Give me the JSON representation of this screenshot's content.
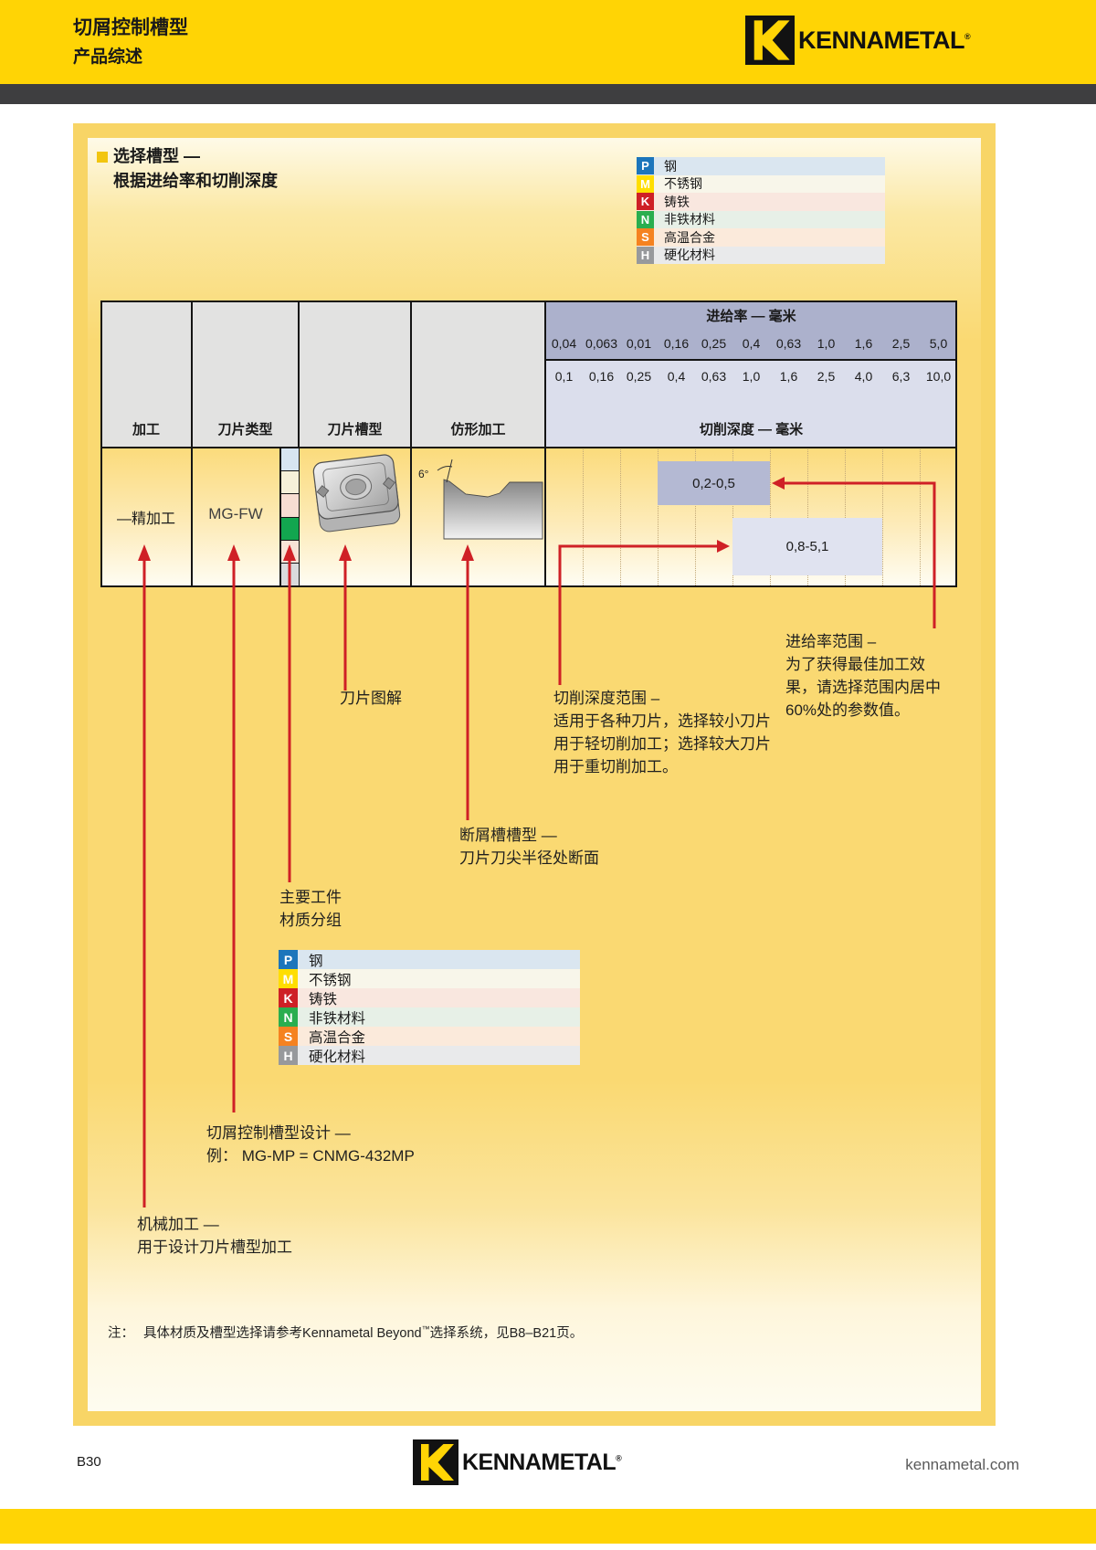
{
  "header": {
    "title_line1": "切屑控制槽型",
    "title_line2": "产品综述",
    "brand": "KENNAMETAL",
    "brand_reg": "®"
  },
  "section": {
    "title_line1": "选择槽型 —",
    "title_line2": "根据进给率和切削深度"
  },
  "material_legend": {
    "items": [
      {
        "code": "P",
        "label": "钢",
        "chip_color": "#1C75BB",
        "row_color": "#DAE6F0"
      },
      {
        "code": "M",
        "label": "不锈钢",
        "chip_color": "#FFDE00",
        "row_color": "#F8F6EA"
      },
      {
        "code": "K",
        "label": "铸铁",
        "chip_color": "#CE2026",
        "row_color": "#F9E7DF"
      },
      {
        "code": "N",
        "label": "非铁材料",
        "chip_color": "#2AAE4F",
        "row_color": "#E7F0E7"
      },
      {
        "code": "S",
        "label": "高温合金",
        "chip_color": "#F58220",
        "row_color": "#FBEADB"
      },
      {
        "code": "H",
        "label": "硬化材料",
        "chip_color": "#97999C",
        "row_color": "#E9EAEB"
      }
    ]
  },
  "table": {
    "col_headers": [
      "加工",
      "刀片类型",
      "刀片槽型",
      "仿形加工"
    ],
    "feed_header": "进给率 — 毫米",
    "feed_row1": [
      "0,04",
      "0,063",
      "0,01",
      "0,16",
      "0,25",
      "0,4",
      "0,63",
      "1,0",
      "1,6",
      "2,5",
      "5,0"
    ],
    "feed_row2": [
      "0,1",
      "0,16",
      "0,25",
      "0,4",
      "0,63",
      "1,0",
      "1,6",
      "2,5",
      "4,0",
      "6,3",
      "10,0"
    ],
    "depth_header": "切削深度 — 毫米",
    "row": {
      "machining": "—精加工",
      "insert_type": "MG-FW",
      "angle_label": "6°",
      "depth_range_small": "0,2-0,5",
      "depth_range_large": "0,8-5,1",
      "material_strip": [
        "#D7E5F1",
        "#F6F0D9",
        "#F7DDD2",
        "#12A64F",
        "#F8E3D6",
        "#DADBDC"
      ],
      "box_small_color": "#B4B9D3",
      "box_large_color": "#E0E3F0"
    }
  },
  "annotations": {
    "feed_range": [
      "进给率范围 –",
      "为了获得最佳加工效",
      "果，请选择范围内居中",
      "60%处的参数值。"
    ],
    "depth_range": [
      "切削深度范围 –",
      "适用于各种刀片，选择较小刀片",
      "用于轻切削加工；选择较大刀片",
      "用于重切削加工。"
    ],
    "chipbreaker": [
      "断屑槽槽型 —",
      "刀片刀尖半径处断面"
    ],
    "insert_diagram": "刀片图解",
    "workpiece_group": [
      "主要工件",
      "材质分组"
    ],
    "design": [
      "切屑控制槽型设计 —",
      "例：  MG-MP = CNMG-432MP"
    ],
    "machining": [
      "机械加工 —",
      "用于设计刀片槽型加工"
    ]
  },
  "note": {
    "prefix": "注：",
    "text": "具体材质及槽型选择请参考Kennametal Beyond",
    "tm": "™",
    "suffix": "选择系统，见B8–B21页。"
  },
  "footer": {
    "page_no": "B30",
    "brand": "KENNAMETAL",
    "brand_reg": "®",
    "website": "kennametal.com"
  },
  "colors": {
    "brand_yellow": "#FFD405",
    "accent_red": "#CF2026",
    "feed_band_dark": "#ACB1CC",
    "feed_band_light": "#DBDEEC"
  }
}
